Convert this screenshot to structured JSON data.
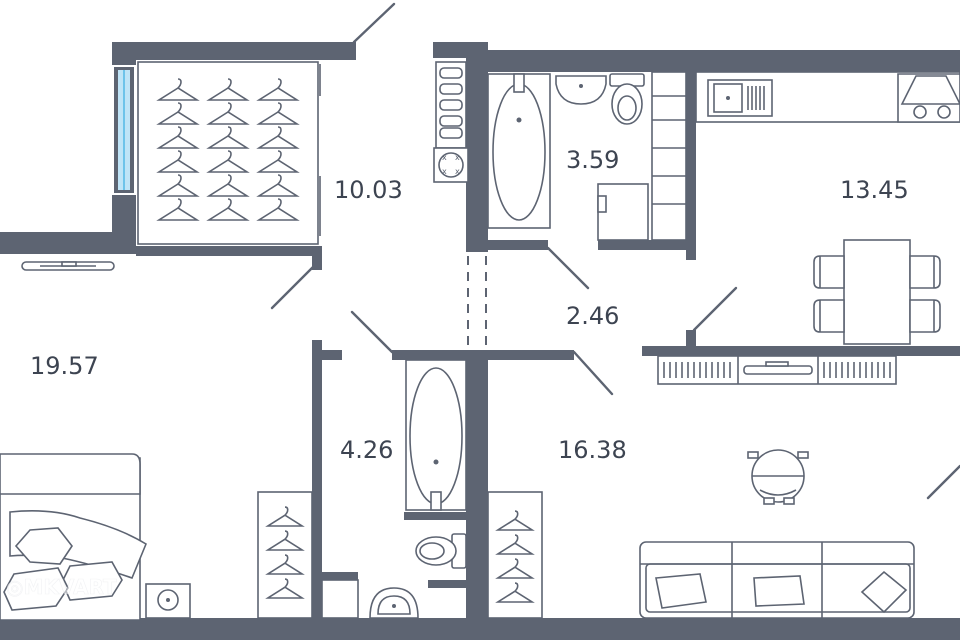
{
  "rooms": [
    {
      "id": "closet",
      "area": "10.03"
    },
    {
      "id": "bathroom-1",
      "area": "3.59"
    },
    {
      "id": "kitchen",
      "area": "13.45"
    },
    {
      "id": "hall",
      "area": "2.46"
    },
    {
      "id": "bedroom",
      "area": "19.57"
    },
    {
      "id": "bathroom-2",
      "area": "4.26"
    },
    {
      "id": "living-room",
      "area": "16.38"
    }
  ],
  "colors": {
    "wall": "#5d6472",
    "label": "#3d4451",
    "window": "#6ec3ea"
  },
  "icons": [
    "hanger-icon",
    "bathtub-icon",
    "toilet-icon",
    "sink-icon",
    "washing-machine-icon",
    "stove-icon",
    "bed-icon",
    "sofa-icon",
    "dining-table-icon",
    "chair-icon",
    "pouf-icon",
    "tv-icon",
    "shelf-icon",
    "boiler-icon",
    "radiator-icon",
    "floor-plan-watermark"
  ]
}
